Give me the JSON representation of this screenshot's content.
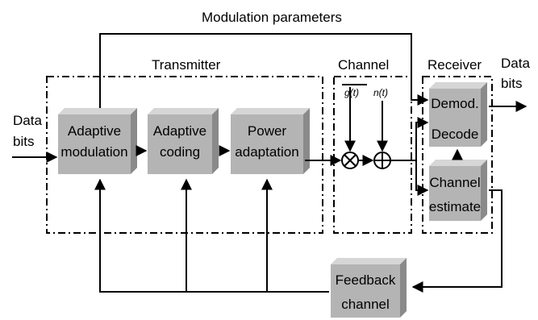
{
  "diagram": {
    "top_label": "Modulation parameters",
    "input_label": [
      "Data",
      "bits"
    ],
    "output_label": [
      "Data",
      "bits"
    ],
    "groups": {
      "transmitter": "Transmitter",
      "channel": "Channel",
      "receiver": "Receiver"
    },
    "blocks": {
      "adaptive_modulation": [
        "Adaptive",
        "modulation"
      ],
      "adaptive_coding": [
        "Adaptive",
        "coding"
      ],
      "power_adaptation": [
        "Power",
        "adaptation"
      ],
      "demod_decode": [
        "Demod.",
        "Decode"
      ],
      "channel_estimate": [
        "Channel",
        "estimate"
      ],
      "feedback_channel": [
        "Feedback",
        "channel"
      ]
    },
    "channel_signals": {
      "gain": "g(t)",
      "noise": "n(t)"
    },
    "colors": {
      "block_face": "#b4b4b4",
      "block_top": "#d6d6d6",
      "block_side": "#8a8a8a",
      "line": "#000000"
    }
  }
}
